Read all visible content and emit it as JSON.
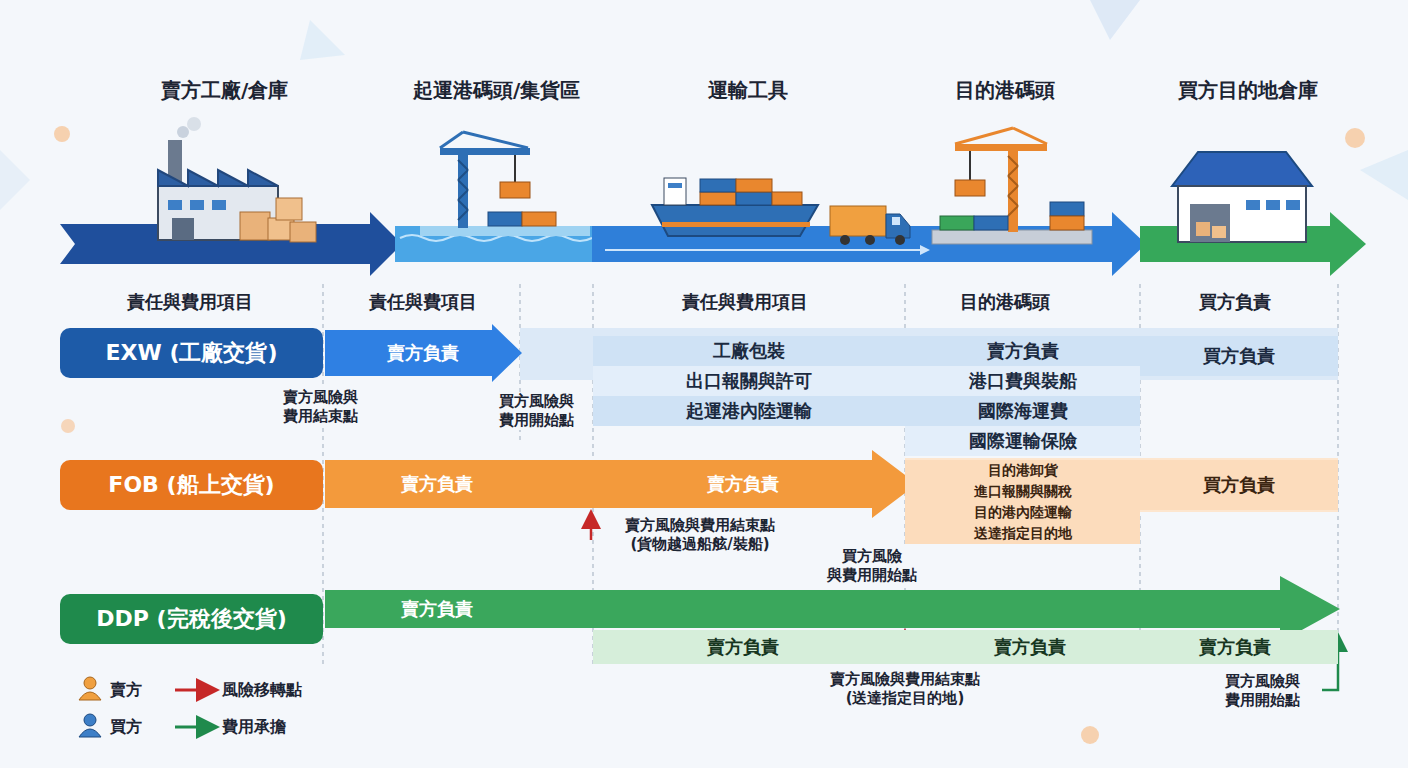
{
  "diagram": {
    "nodes": [
      {
        "text": [
          "EXW (工廠交貨)"
        ]
      },
      {
        "text": [
          "賣方負責"
        ]
      },
      {
        "text": [
          "工廠包裝",
          "出口報關與許可",
          "起運港內陸運輸"
        ]
      },
      {
        "text": [
          "賣方負責",
          "港口費與裝船",
          "國際海運費",
          "國際運輸保險"
        ]
      },
      {
        "text": [
          "買方負責"
        ]
      },
      {
        "text": [
          "FOB (船上交貨)"
        ]
      },
      {
        "text": [
          "賣方負責",
          "賣方負責"
        ]
      },
      {
        "text": [
          "目的港卸貨",
          "進口報關與關稅",
          "目的港內陸運輸",
          "送達指定目的地"
        ]
      },
      {
        "text": [
          "買方負責"
        ]
      },
      {
        "text": [
          "DDP (完稅後交貨)"
        ]
      },
      {
        "text": [
          "賣方負責"
        ]
      },
      {
        "text": [
          "賣方負責",
          "賣方負責",
          "賣方負責"
        ]
      }
    ],
    "labels": [
      "賣方工廠/倉庫",
      "起運港碼頭/集貨區",
      "運輸工具",
      "目的港碼頭",
      "買方目的地倉庫",
      "責任與費用項目",
      "責任與費項目",
      "責任與費用項目",
      "目的港碼頭",
      "買方負責",
      "賣方風險與 費用結束點",
      "買方風險與 費用開始點",
      "賣方風險與費用結束點 (貨物越過船舷/裝船)",
      "買方風險 與費用開始點",
      "賣方風險與費用結束點 (送達指定目的地)",
      "買方風險與 費用開始點"
    ],
    "legend": [
      {
        "text": "賣方"
      },
      {
        "text": "買方"
      },
      {
        "text": "風險移轉點"
      },
      {
        "text": "費用承擔"
      }
    ]
  }
}
